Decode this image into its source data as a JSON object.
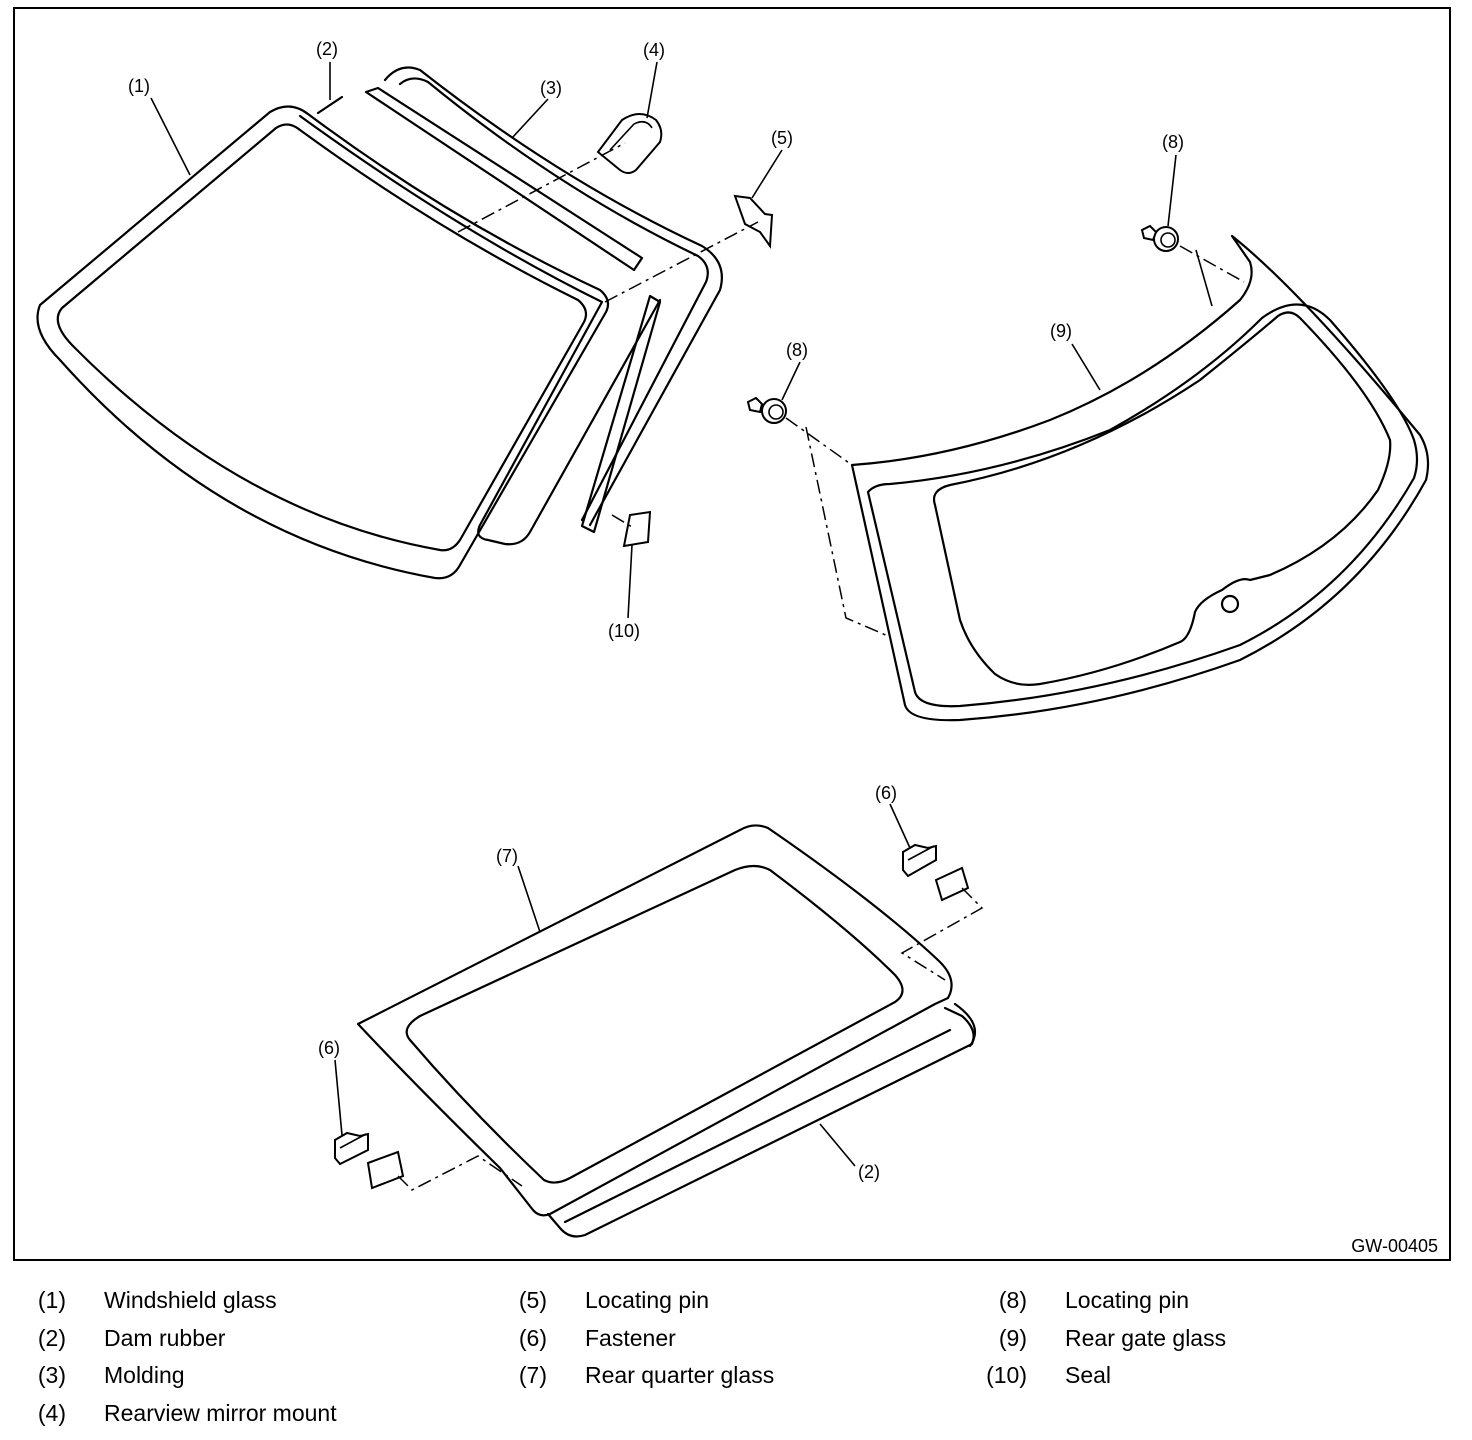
{
  "figure_id": "GW-00405",
  "callouts": {
    "c1": "(1)",
    "c2a": "(2)",
    "c2b": "(2)",
    "c3": "(3)",
    "c4": "(4)",
    "c5": "(5)",
    "c6a": "(6)",
    "c6b": "(6)",
    "c7": "(7)",
    "c8a": "(8)",
    "c8b": "(8)",
    "c9": "(9)",
    "c10": "(10)"
  },
  "legend": {
    "col1": [
      {
        "num": "(1)",
        "text": "Windshield glass"
      },
      {
        "num": "(2)",
        "text": "Dam rubber"
      },
      {
        "num": "(3)",
        "text": "Molding"
      },
      {
        "num": "(4)",
        "text": "Rearview mirror mount"
      }
    ],
    "col2": [
      {
        "num": "(5)",
        "text": "Locating pin"
      },
      {
        "num": "(6)",
        "text": "Fastener"
      },
      {
        "num": "(7)",
        "text": "Rear quarter glass"
      }
    ],
    "col3": [
      {
        "num": "(8)",
        "text": "Locating pin"
      },
      {
        "num": "(9)",
        "text": "Rear gate glass"
      },
      {
        "num": "(10)",
        "text": "Seal"
      }
    ]
  }
}
